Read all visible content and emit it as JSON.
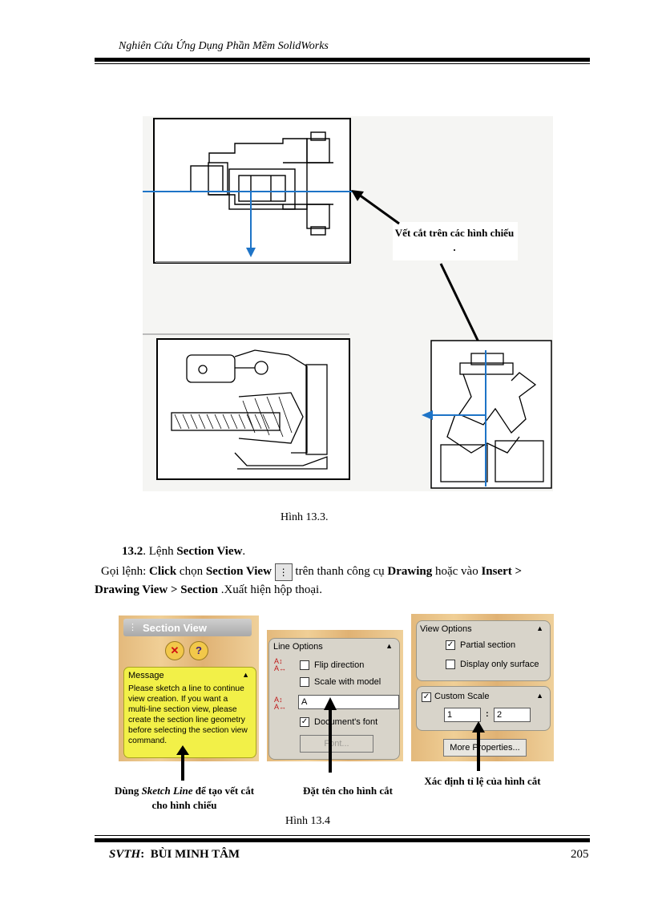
{
  "header": {
    "title": "Nghiên Cứu Ứng Dụng Phần Mềm SolidWorks"
  },
  "figure1": {
    "callout": "Vết cắt trên các hình chiếu .",
    "caption": "Hình 13.3."
  },
  "section": {
    "number": "13.2",
    "heading_pre": ". Lệnh ",
    "heading_bold": "Section View",
    "heading_post": ".",
    "p_call": "Gọi lệnh: ",
    "p_click": "Click",
    "p_chon": " chọn ",
    "p_sv": "Section View",
    "p_tren": " trên thanh công cụ ",
    "p_drawing": "Drawing",
    "p_hoac": " hoặc vào ",
    "p_insert": "Insert >",
    "p_dv": "Drawing View >  Section",
    "p_end": " .Xuất hiện hộp thoại."
  },
  "dialog1": {
    "title": "Section View",
    "close_symbol": "✕",
    "help_symbol": "?",
    "message_label": "Message",
    "message_text": "Please sketch a line to continue view creation. If you want a multi-line section view, please create the section line geometry before selecting the section view command."
  },
  "dialog2": {
    "group": "Line Options",
    "flip": "Flip direction",
    "scale_model": "Scale with model",
    "name_value": "A",
    "doc_font": "Document's font",
    "doc_font_checked": true,
    "font_button": "Font..."
  },
  "dialog3": {
    "group": "View Options",
    "partial": "Partial section",
    "partial_checked": true,
    "display_surface": "Display only surface",
    "custom_scale": "Custom Scale",
    "custom_scale_checked": true,
    "scale_left": "1",
    "scale_sep": ":",
    "scale_right": "2",
    "more_button": "More Properties..."
  },
  "labels": {
    "l1_pre": "Dùng ",
    "l1_it": "Sketch Line",
    "l1_post": " để tạo vết cắt cho hình chiếu",
    "l2": "Đặt tên cho hình cắt",
    "l3": "Xác định tỉ lệ của hình cắt"
  },
  "figure2": {
    "caption": "Hình 13.4"
  },
  "footer": {
    "svth": "SVTH",
    "colon": ":",
    "name": "BÙI MINH TÂM",
    "page": "205"
  }
}
